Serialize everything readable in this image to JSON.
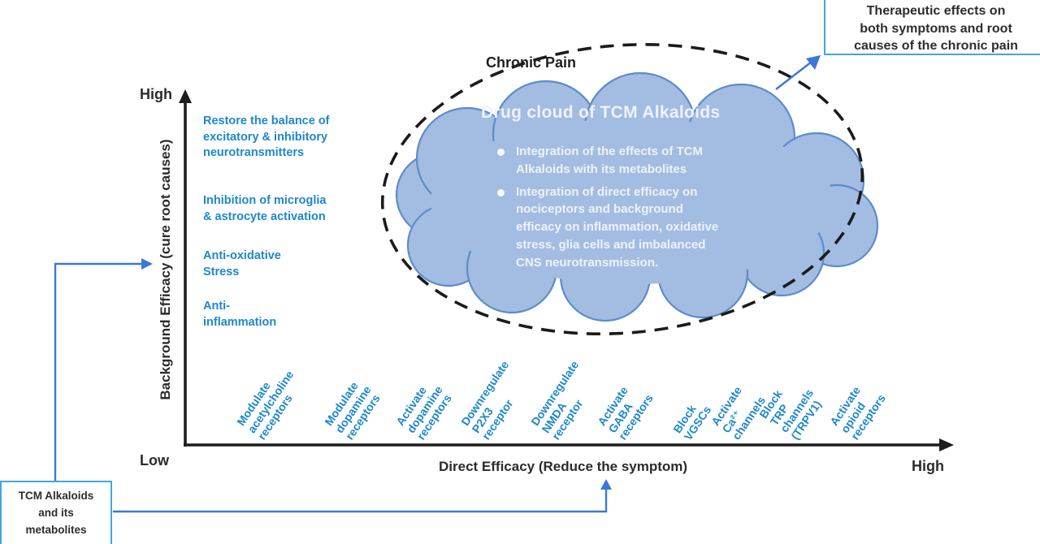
{
  "colors": {
    "blue": "#1e87cb",
    "dark": "#2b2b2b",
    "axis": "#1d1d1d",
    "cloud_fill": "#a3bce2",
    "cloud_stroke": "#5c8cc9",
    "cloud_text": "#eef3fb",
    "box_border": "#3fa6e2",
    "connector": "#3b78d4",
    "ellipse_stroke": "#1b1b1b"
  },
  "axes": {
    "y_title": "Background Efficacy (cure root causes)",
    "y_high": "High",
    "y_low": "Low",
    "x_title": "Direct Efficacy (Reduce the symptom)",
    "x_high": "High"
  },
  "left_mechanisms": [
    "Restore the balance of\nexcitatory & inhibitory\nneurotransmitters",
    "Inhibition of microglia\n& astrocyte activation",
    "Anti-oxidative\nStress",
    "Anti-\ninflammation"
  ],
  "x_mechanisms": [
    "Modulate\nacetylcholine\nreceptors",
    "Modulate\ndopamine\nreceptors",
    "Activate\ndopamine\nreceptors",
    "Downregulate\nP2X3 receptor",
    "Downregulate\nNMDA\nreceptor",
    "Activate\nGABA\nreceptors",
    "Block VGSCs",
    "Activate Ca²⁺\nchannels",
    "Block TRP\nchannels (TRPV1)",
    "Activate opioid\nreceptors"
  ],
  "ellipse_label": "Chronic Pain",
  "cloud": {
    "title": "Drug cloud of TCM Alkaloids",
    "bullets": [
      "Integration of the effects of TCM\nAlkaloids with its metabolites",
      "Integration of direct efficacy on\nnociceptors and background\nefficacy on inflammation, oxidative\nstress, glia cells and imbalanced\nCNS neurotransmission."
    ]
  },
  "therapeutic_box": "Therapeutic effects on\nboth symptoms and root\ncauses of the chronic pain",
  "tcm_box": "TCM Alkaloids\nand its\nmetabolites"
}
